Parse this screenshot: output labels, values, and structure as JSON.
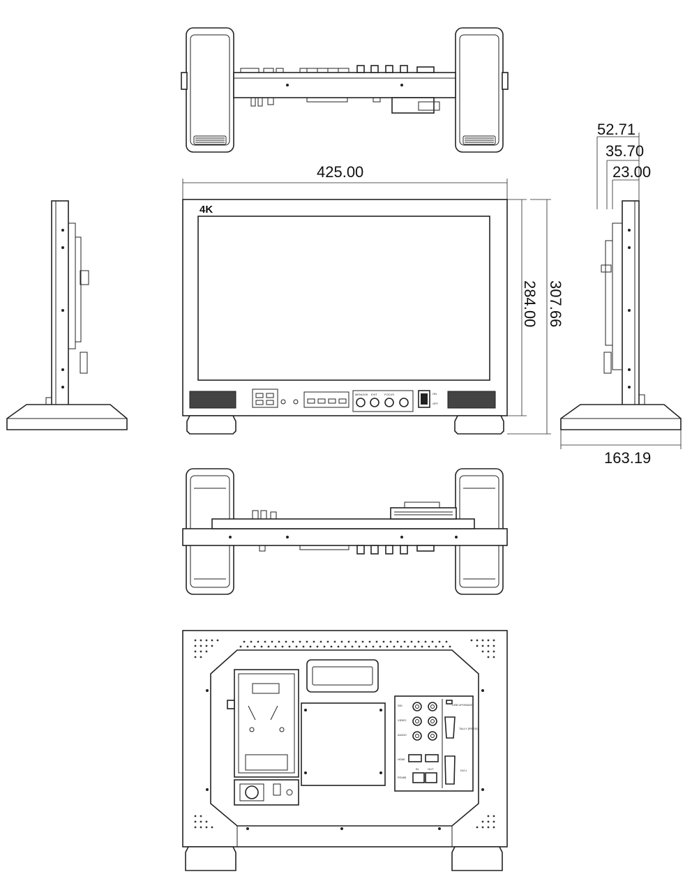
{
  "front_view": {
    "logo": "4K",
    "button_labels": [
      "MENU/OK",
      "EXIT",
      "FOCUS"
    ],
    "power_labels": [
      "ON",
      "OFF"
    ]
  },
  "dimensions": {
    "width": "425.00",
    "screen_height": "284.00",
    "total_height": "307.66",
    "depth_total": "52.71",
    "depth_mid": "35.70",
    "depth_min": "23.00",
    "stand_depth": "163.19"
  },
  "rear_view": {
    "port_labels": [
      "SDI",
      "VIDEO",
      "AUDIO",
      "HDMI",
      "RS485",
      "USB UPGRADE",
      "TALLY (RS232)",
      "DVI-I",
      "IN",
      "OUT"
    ]
  }
}
